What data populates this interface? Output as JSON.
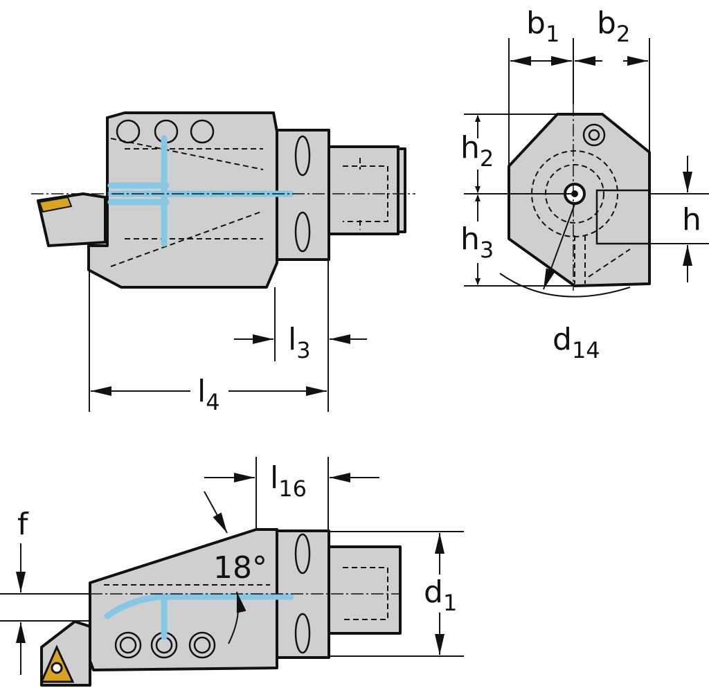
{
  "colors": {
    "body": "#cfcfcf",
    "coolant": "#86c8e4",
    "insert": "#d9a520",
    "line": "#111111"
  },
  "labels": {
    "b1": {
      "main": "b",
      "sub": "1"
    },
    "b2": {
      "main": "b",
      "sub": "2"
    },
    "h2": {
      "main": "h",
      "sub": "2"
    },
    "h3": {
      "main": "h",
      "sub": "3"
    },
    "h": {
      "main": "h"
    },
    "d14": {
      "main": "d",
      "sub": "14"
    },
    "l3": {
      "main": "l",
      "sub": "3"
    },
    "l4": {
      "main": "l",
      "sub": "4"
    },
    "l16": {
      "main": "l",
      "sub": "16"
    },
    "f": {
      "main": "f"
    },
    "angle": {
      "main": "18°"
    },
    "d1": {
      "main": "d",
      "sub": "1"
    }
  }
}
